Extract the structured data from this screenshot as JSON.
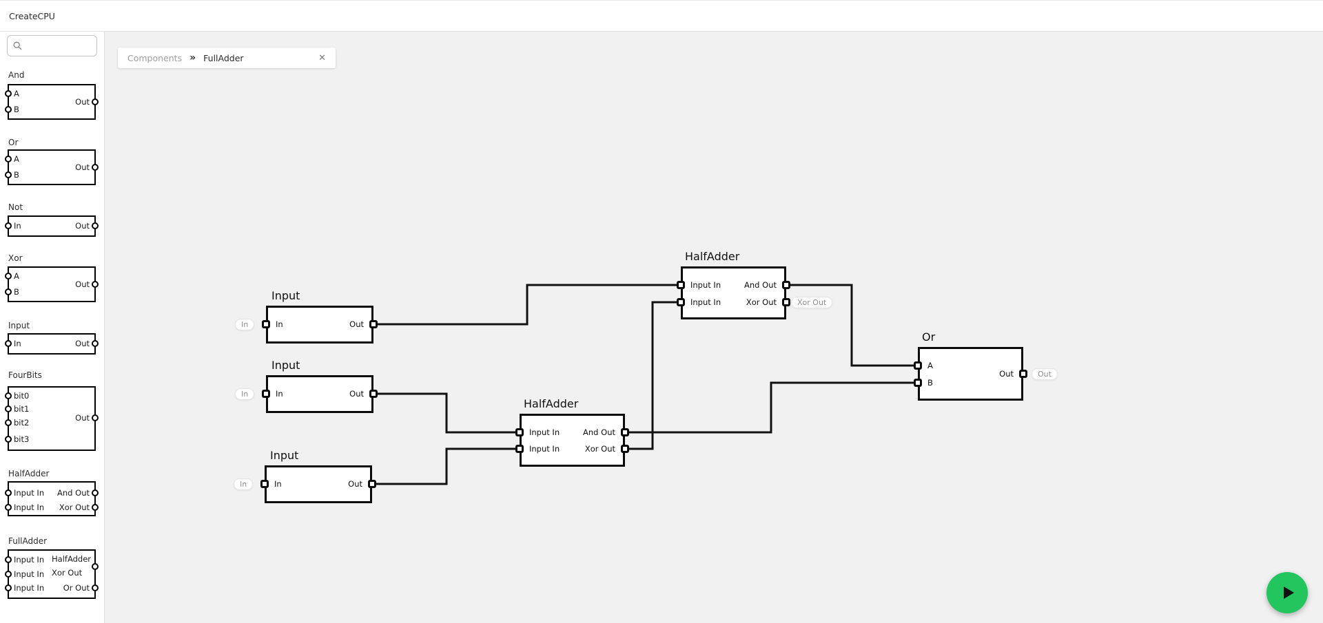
{
  "app": {
    "title": "CreateCPU"
  },
  "colors": {
    "canvas_bg": "#f1f1f1",
    "accent_green": "#22c55e",
    "wire": "#111111",
    "block_border": "#0a0a0a"
  },
  "breadcrumb": {
    "root": "Components",
    "separator": "»",
    "current": "FullAdder",
    "close_icon": "✕"
  },
  "sidebar": {
    "search_placeholder": "",
    "sections": [
      {
        "label": "And",
        "inputs": [
          "A",
          "B"
        ],
        "outputs": [
          "Out"
        ]
      },
      {
        "label": "Or",
        "inputs": [
          "A",
          "B"
        ],
        "outputs": [
          "Out"
        ]
      },
      {
        "label": "Not",
        "inputs": [
          "In"
        ],
        "outputs": [
          "Out"
        ]
      },
      {
        "label": "Xor",
        "inputs": [
          "A",
          "B"
        ],
        "outputs": [
          "Out"
        ]
      },
      {
        "label": "Input",
        "inputs": [
          "In"
        ],
        "outputs": [
          "Out"
        ]
      },
      {
        "label": "FourBits",
        "inputs": [
          "bit0",
          "bit1",
          "bit2",
          "bit3"
        ],
        "outputs": [
          "Out"
        ]
      },
      {
        "label": "HalfAdder",
        "inputs": [
          "Input In",
          "Input In"
        ],
        "outputs": [
          "And Out",
          "Xor Out"
        ]
      },
      {
        "label": "FullAdder",
        "inputs": [
          "Input In",
          "Input In",
          "Input In"
        ],
        "outputs": [
          "HalfAdder Xor Out",
          "Or Out"
        ],
        "outputs_wrapped": [
          "HalfAdder",
          "Xor Out"
        ]
      }
    ]
  },
  "canvas": {
    "blocks": [
      {
        "id": "input-1",
        "title": "Input",
        "inputs": [
          "In"
        ],
        "outputs": [
          "Out"
        ],
        "external_badge": "In"
      },
      {
        "id": "input-2",
        "title": "Input",
        "inputs": [
          "In"
        ],
        "outputs": [
          "Out"
        ],
        "external_badge": "In"
      },
      {
        "id": "input-3",
        "title": "Input",
        "inputs": [
          "In"
        ],
        "outputs": [
          "Out"
        ],
        "external_badge": "In"
      },
      {
        "id": "halfadder-top",
        "title": "HalfAdder",
        "inputs": [
          "Input In",
          "Input In"
        ],
        "outputs": [
          "And Out",
          "Xor Out"
        ],
        "external_badge": "Xor Out"
      },
      {
        "id": "halfadder-bottom",
        "title": "HalfAdder",
        "inputs": [
          "Input In",
          "Input In"
        ],
        "outputs": [
          "And Out",
          "Xor Out"
        ]
      },
      {
        "id": "or-1",
        "title": "Or",
        "inputs": [
          "A",
          "B"
        ],
        "outputs": [
          "Out"
        ],
        "external_badge": "Out"
      }
    ]
  },
  "fab": {
    "icon": "play"
  }
}
